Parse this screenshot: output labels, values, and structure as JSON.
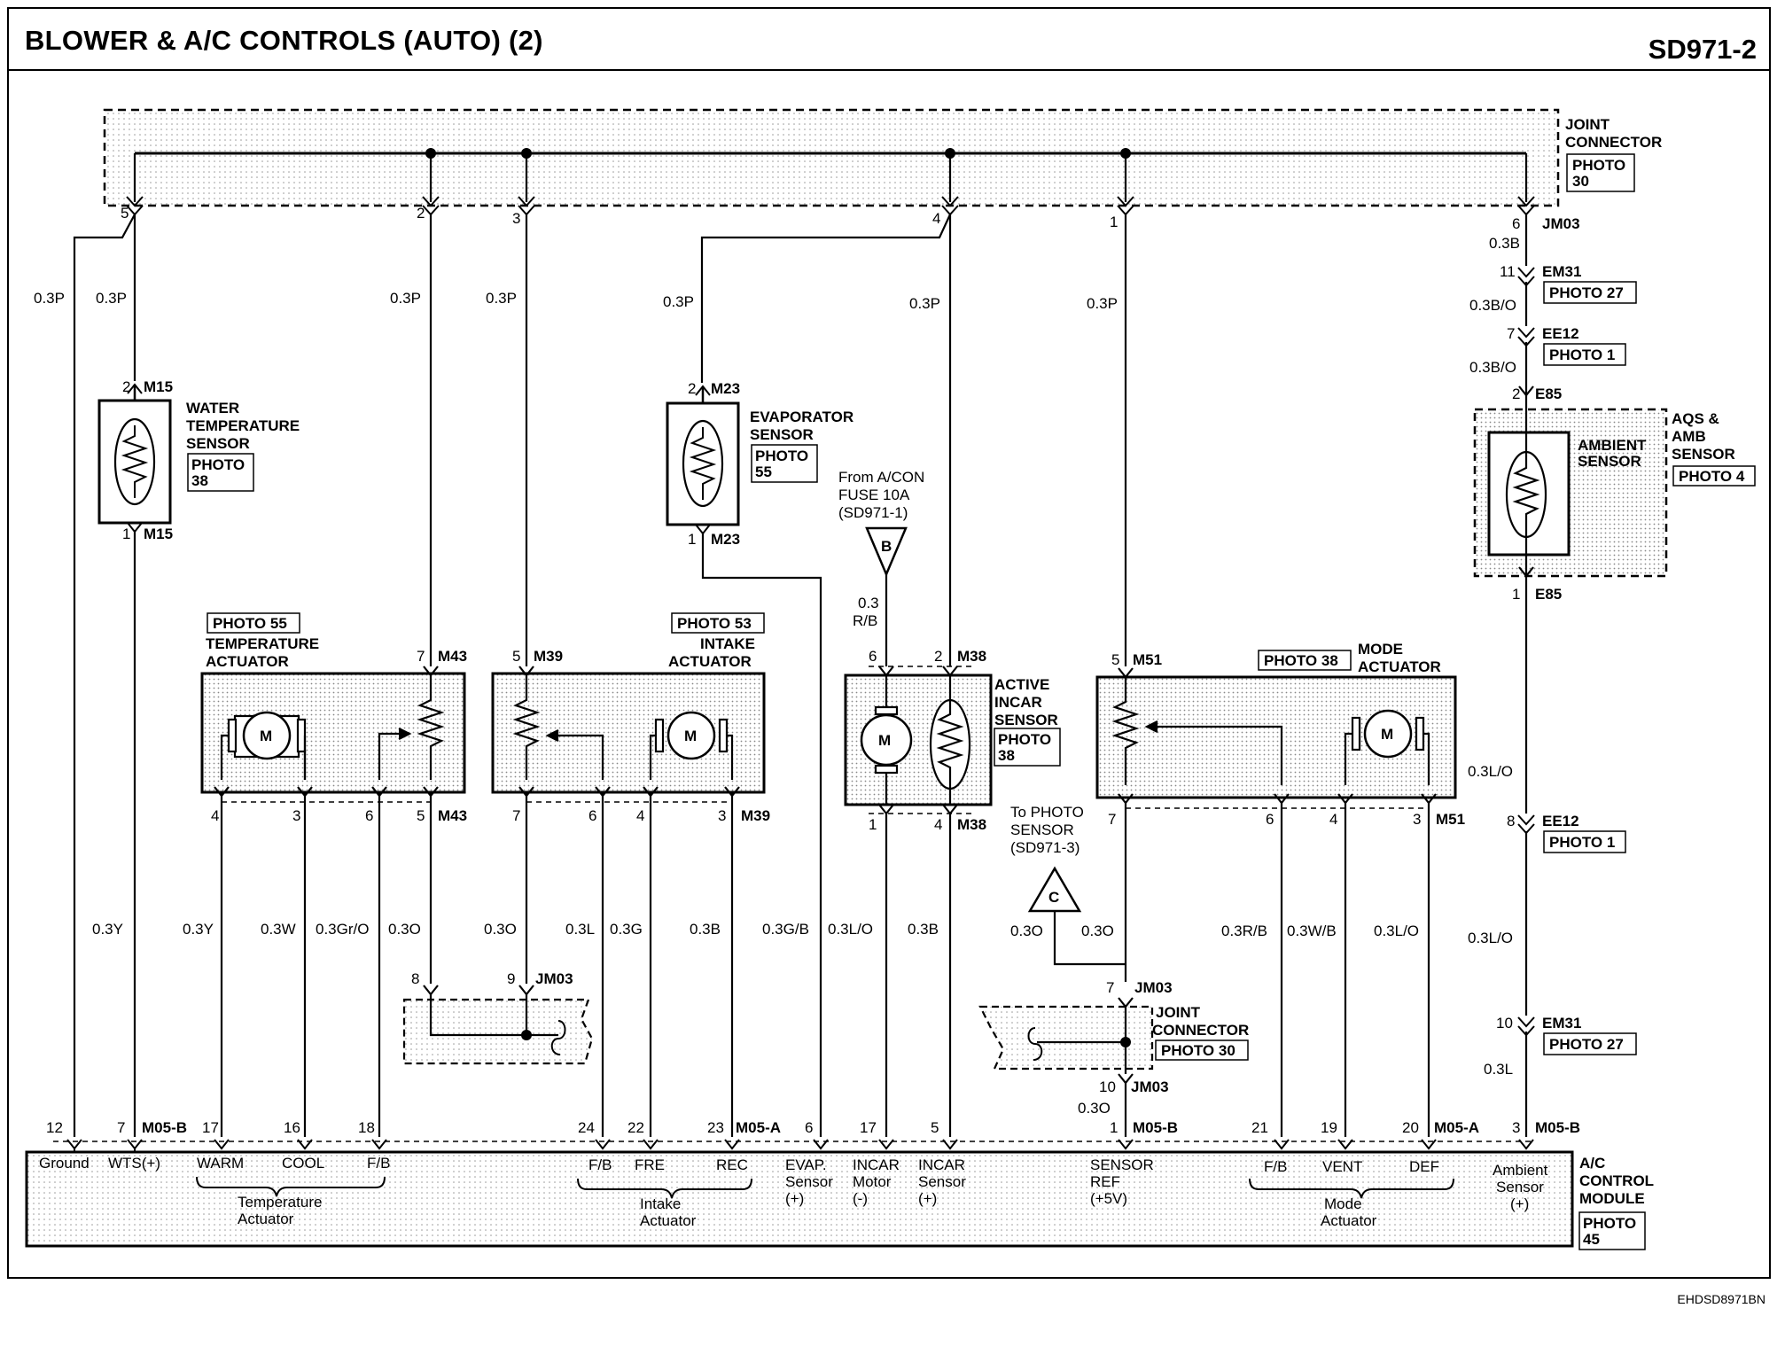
{
  "header": {
    "title": "BLOWER & A/C CONTROLS (AUTO) (2)",
    "code": "SD971-2"
  },
  "footer": {
    "ref": "EHDSD8971BN"
  },
  "joint_connector_top": {
    "name": "JOINT\nCONNECTOR",
    "photo": "PHOTO\n30",
    "connector": "JM03"
  },
  "top_pins": [
    "5",
    "2",
    "3",
    "4",
    "1",
    "6"
  ],
  "wires": {
    "ground": "0.3P",
    "wts": "0.3P",
    "m43_7": "0.3P",
    "m39_5": "0.3P",
    "m23_2": "0.3P",
    "m38_2": "0.3P",
    "m51_5": "0.3P",
    "jm03_6": "0.3B",
    "em31_11": "0.3B/O",
    "ee12_7": "0.3B/O",
    "warm": "0.3Y",
    "wts_low": "0.3Y",
    "cool": "0.3W",
    "tfb": "0.3Gr/O",
    "t5": "0.3O",
    "i7": "0.3O",
    "ifb": "0.3L",
    "fre": "0.3G",
    "rec": "0.3B",
    "evap": "0.3G/B",
    "incar_minus": "0.3L/O",
    "incar_plus": "0.3B",
    "c_line": "0.3O",
    "sens_ref": "0.3O",
    "sens_ref_low": "0.3O",
    "mfb": "0.3R/B",
    "vent": "0.3W/B",
    "def": "0.3L/O",
    "amb_mid": "0.3L/O",
    "amb_low": "0.3L/O",
    "amb_em31": "0.3L",
    "from_fuse": "0.3\nR/B"
  },
  "components": {
    "water_temp": {
      "label": "WATER\nTEMPERATURE\nSENSOR",
      "photo": "PHOTO\n38",
      "conn": "M15"
    },
    "evaporator": {
      "label": "EVAPORATOR\nSENSOR",
      "photo": "PHOTO\n55",
      "conn": "M23"
    },
    "temp_act": {
      "photo": "PHOTO 55",
      "label": "TEMPERATURE\nACTUATOR",
      "conn": "M43"
    },
    "intake_act": {
      "photo": "PHOTO 53",
      "label": "INTAKE\nACTUATOR",
      "conn": "M39"
    },
    "incar": {
      "label": "ACTIVE\nINCAR\nSENSOR",
      "photo": "PHOTO\n38",
      "conn": "M38"
    },
    "mode_act": {
      "photo": "PHOTO 38",
      "label": "MODE\nACTUATOR",
      "conn": "M51"
    },
    "ambient": {
      "inner": "AMBIENT\nSENSOR",
      "label": "AQS &\nAMB\nSENSOR",
      "photo": "PHOTO 4",
      "conn": "E85"
    },
    "fuse_note": "From A/CON\nFUSE 10A\n(SD971-1)",
    "photo_note": "To PHOTO\nSENSOR\n(SD971-3)",
    "motor": "M",
    "em31": {
      "conn": "EM31",
      "photo": "PHOTO 27"
    },
    "ee12": {
      "conn": "EE12",
      "photo": "PHOTO 1"
    },
    "jc_bottom": {
      "label": "JOINT\nCONNECTOR",
      "photo": "PHOTO 30",
      "conn": "JM03"
    },
    "jm03_small": "JM03",
    "refs": {
      "b": "B",
      "c": "C"
    }
  },
  "module": {
    "title": "A/C\nCONTROL\nMODULE",
    "photo": "PHOTO\n45",
    "conns": {
      "b": "M05-B",
      "a": "M05-A"
    },
    "pins": [
      "12",
      "7",
      "17",
      "16",
      "18",
      "24",
      "22",
      "23",
      "6",
      "17",
      "5",
      "1",
      "21",
      "19",
      "20",
      "3"
    ],
    "labels": {
      "ground": "Ground",
      "wts": "WTS(+)",
      "warm": "WARM",
      "cool": "COOL",
      "tfb": "F/B",
      "temp_group": "Temperature\nActuator",
      "ifb": "F/B",
      "fre": "FRE",
      "rec": "REC",
      "intake_group": "Intake\nActuator",
      "evap": "EVAP.\nSensor\n(+)",
      "incar_motor": "INCAR\nMotor\n(-)",
      "incar_sensor": "INCAR\nSensor\n(+)",
      "sensor_ref": "SENSOR\nREF\n(+5V)",
      "mfb": "F/B",
      "vent": "VENT",
      "def": "DEF",
      "mode_group": "Mode\nActuator",
      "ambient": "Ambient\nSensor\n(+)"
    }
  },
  "pins": {
    "m15_2": "2",
    "m15_1": "1",
    "m23_2": "2",
    "m23_1": "1",
    "m43_7": "7",
    "m43_4": "4",
    "m43_3": "3",
    "m43_6": "6",
    "m43_5": "5",
    "m39_5": "5",
    "m39_7": "7",
    "m39_6": "6",
    "m39_4": "4",
    "m39_3": "3",
    "m38_6": "6",
    "m38_2": "2",
    "m38_1": "1",
    "m38_4": "4",
    "m51_5": "5",
    "m51_7": "7",
    "m51_6": "6",
    "m51_4": "4",
    "m51_3": "3",
    "e85_2": "2",
    "e85_1": "1",
    "em31_11": "11",
    "ee12_7": "7",
    "ee12_8": "8",
    "em31_10": "10",
    "jm_8": "8",
    "jm_9": "9",
    "jm_7": "7",
    "jm_10": "10"
  }
}
